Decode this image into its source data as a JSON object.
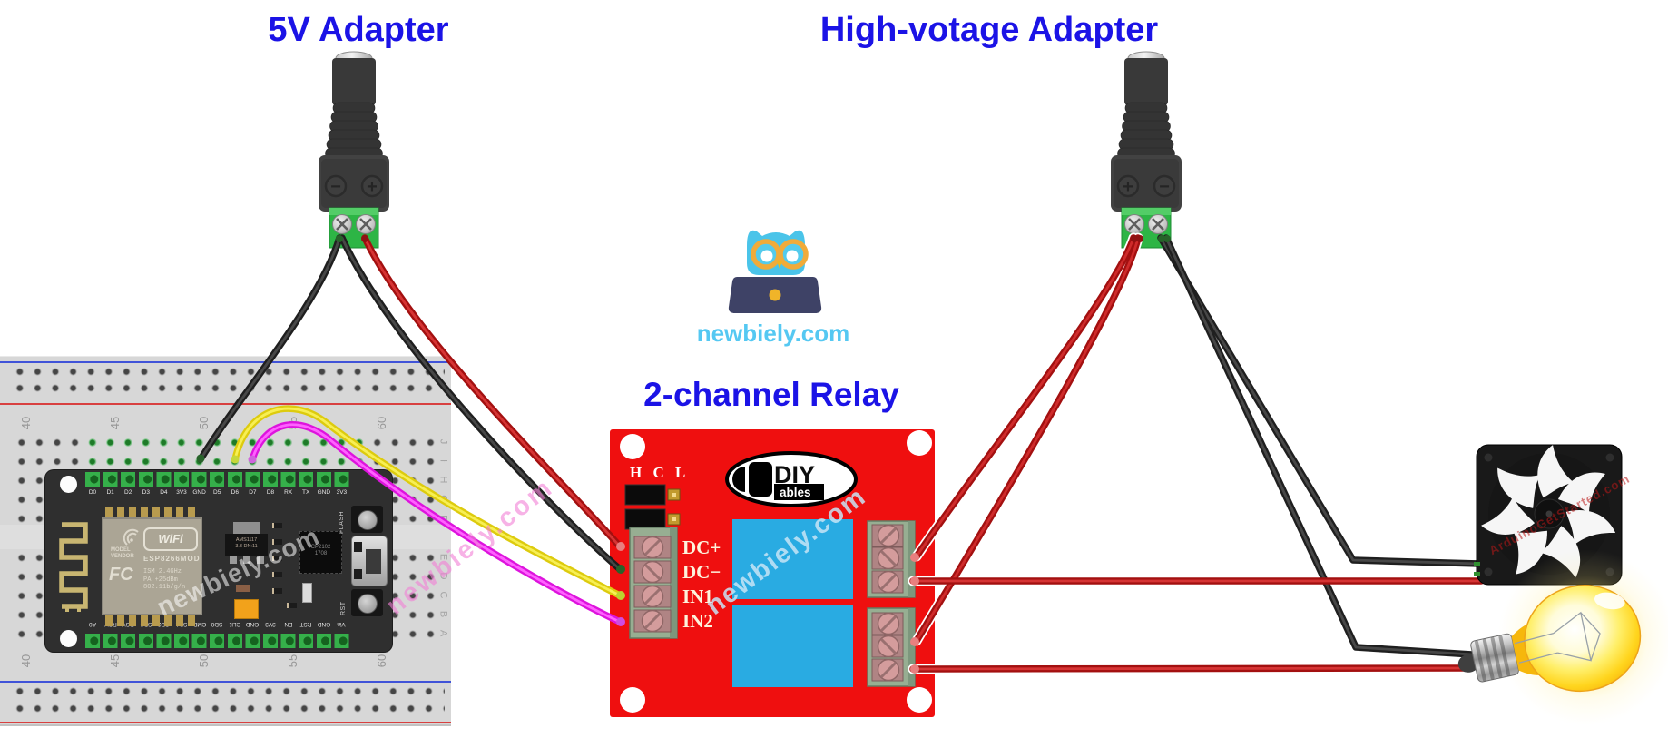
{
  "titles": {
    "adapter_5v": "5V Adapter",
    "adapter_hv": "High-votage Adapter",
    "relay": "2-channel Relay"
  },
  "brand": {
    "site": "newbiely.com",
    "watermark": "newbiely.com",
    "fan_watermark": "ArduinoGetStarted.com"
  },
  "adapter": {
    "minus": "−",
    "plus": "+"
  },
  "relay": {
    "jumper_header": "H C L",
    "left_terminals": [
      "DC+",
      "DC−",
      "IN1",
      "IN2"
    ],
    "logo_primary": "DIY",
    "logo_secondary": "ables",
    "board_color": "#ef0f0f",
    "relay_block_color": "#29abe2"
  },
  "esp": {
    "top_pins": [
      "D0",
      "D1",
      "D2",
      "D3",
      "D4",
      "3V3",
      "GND",
      "D5",
      "D6",
      "D7",
      "D8",
      "RX",
      "TX",
      "GND",
      "3V3"
    ],
    "bottom_pins": [
      "A0",
      "RSV",
      "RSV",
      "SD3",
      "SD2",
      "SD1",
      "CMD",
      "SD0",
      "CLK",
      "GND",
      "3V3",
      "EN",
      "RST",
      "GND",
      "Vin"
    ],
    "module": {
      "wifi_badge": "WiFi",
      "brand_model": "MODEL",
      "brand_vendor": "VENDOR",
      "name": "ESP8266MOD",
      "fcc_mark": "FC",
      "specs": [
        "ISM 2.4GHz",
        "PA  +25dBm",
        "802.11b/g/n"
      ]
    },
    "regulator": [
      "AMS1117",
      "3.3  DN:11"
    ],
    "usb_chip": [
      "CP2102",
      "1708"
    ],
    "flash_button": "FLASH",
    "reset_button": "RST"
  },
  "breadboard": {
    "column_numbers": [
      "40",
      "45",
      "50",
      "55",
      "60"
    ],
    "row_letters_upper": [
      "J",
      "I",
      "H",
      "G",
      "F"
    ],
    "row_letters_lower": [
      "E",
      "D",
      "C",
      "B",
      "A"
    ]
  },
  "wires": [
    {
      "name": "wire-5v-minus-to-esp-gnd",
      "from": "5V adapter −",
      "to": "ESP8266 GND",
      "casing": "#1f1f1f",
      "core": "#474747"
    },
    {
      "name": "wire-5v-minus-to-relay-dc-minus",
      "from": "5V adapter −",
      "to": "relay DC−",
      "casing": "#1f1f1f",
      "core": "#474747"
    },
    {
      "name": "wire-5v-plus-to-relay-dc-plus",
      "from": "5V adapter +",
      "to": "relay DC+",
      "casing": "#a31010",
      "core": "#d63434"
    },
    {
      "name": "wire-esp-d6-to-relay-in1",
      "from": "ESP8266 D6",
      "to": "relay IN1",
      "casing": "#ddcb0e",
      "core": "#f7ef54"
    },
    {
      "name": "wire-esp-d7-to-relay-in2",
      "from": "ESP8266 D7",
      "to": "relay IN2",
      "casing": "#dd14dd",
      "core": "#ff61ff"
    },
    {
      "name": "wire-hv-plus-to-relay-ch1",
      "from": "High-voltage adapter +",
      "to": "relay channel 1",
      "casing": "#a31010",
      "core": "#cf2b2b"
    },
    {
      "name": "wire-hv-plus-to-relay-ch2",
      "from": "High-voltage adapter +",
      "to": "relay channel 2",
      "casing": "#a31010",
      "core": "#cf2b2b"
    },
    {
      "name": "wire-hv-minus-to-fan",
      "from": "High-voltage adapter −",
      "to": "fan",
      "casing": "#1f1f1f",
      "core": "#474747"
    },
    {
      "name": "wire-hv-minus-to-bulb",
      "from": "High-voltage adapter −",
      "to": "light bulb",
      "casing": "#1f1f1f",
      "core": "#474747"
    },
    {
      "name": "wire-relay-ch1-to-fan",
      "from": "relay channel 1",
      "to": "fan",
      "casing": "#a31010",
      "core": "#d63434"
    },
    {
      "name": "wire-relay-ch2-to-bulb",
      "from": "relay channel 2",
      "to": "light bulb",
      "casing": "#a31010",
      "core": "#d63434"
    }
  ]
}
